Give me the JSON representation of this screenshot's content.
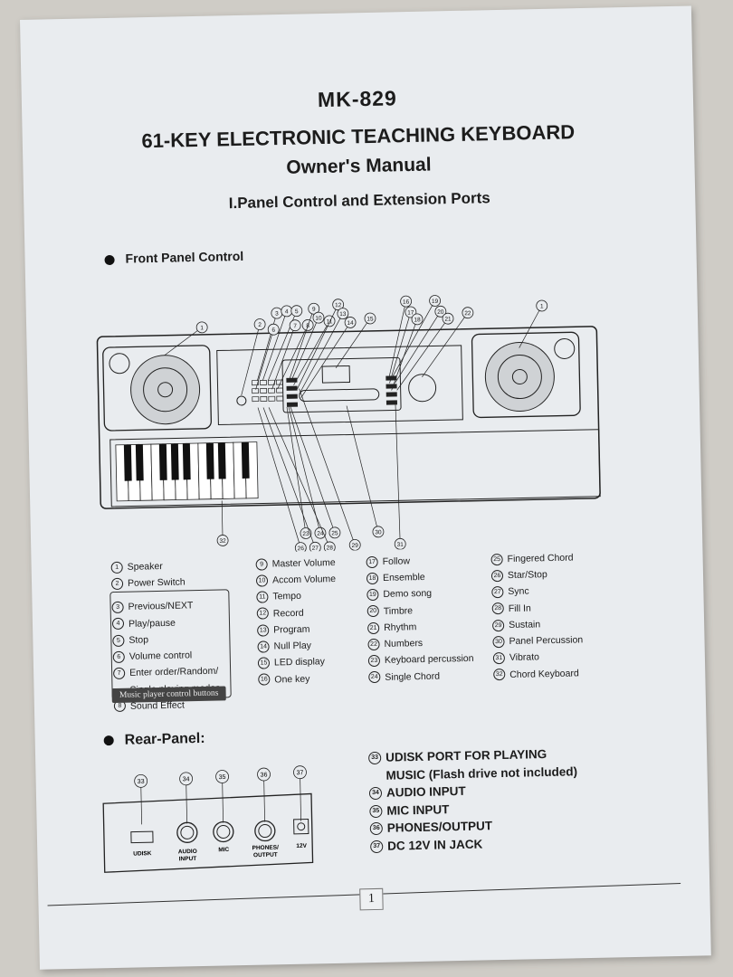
{
  "header": {
    "model": "MK-829",
    "title": "61-KEY ELECTRONIC TEACHING KEYBOARD",
    "subtitle": "Owner's Manual",
    "section": "I.Panel Control and Extension Ports"
  },
  "front_panel": {
    "heading": "Front Panel Control",
    "col1": [
      {
        "n": "1",
        "label": "Speaker"
      },
      {
        "n": "2",
        "label": "Power Switch"
      },
      {
        "n": "3",
        "label": "Previous/NEXT"
      },
      {
        "n": "4",
        "label": "Play/pause"
      },
      {
        "n": "5",
        "label": "Stop"
      },
      {
        "n": "6",
        "label": "Volume control"
      },
      {
        "n": "7",
        "label": "Enter order/Random/"
      },
      {
        "n": "",
        "label": "Single playing modes"
      },
      {
        "n": "8",
        "label": "Sound Effect"
      }
    ],
    "group_caption": "Music player control buttons",
    "col2": [
      {
        "n": "9",
        "label": "Master Volume"
      },
      {
        "n": "10",
        "label": "Accom Volume"
      },
      {
        "n": "11",
        "label": "Tempo"
      },
      {
        "n": "12",
        "label": "Record"
      },
      {
        "n": "13",
        "label": "Program"
      },
      {
        "n": "14",
        "label": "Null Play"
      },
      {
        "n": "15",
        "label": "LED display"
      },
      {
        "n": "16",
        "label": "One key"
      }
    ],
    "col3": [
      {
        "n": "17",
        "label": "Follow"
      },
      {
        "n": "18",
        "label": "Ensemble"
      },
      {
        "n": "19",
        "label": "Demo song"
      },
      {
        "n": "20",
        "label": "Timbre"
      },
      {
        "n": "21",
        "label": "Rhythm"
      },
      {
        "n": "22",
        "label": "Numbers"
      },
      {
        "n": "23",
        "label": "Keyboard percussion"
      },
      {
        "n": "24",
        "label": "Single Chord"
      }
    ],
    "col4": [
      {
        "n": "25",
        "label": "Fingered Chord"
      },
      {
        "n": "26",
        "label": "Star/Stop"
      },
      {
        "n": "27",
        "label": "Sync"
      },
      {
        "n": "28",
        "label": "Fill In"
      },
      {
        "n": "29",
        "label": "Sustain"
      },
      {
        "n": "30",
        "label": "Panel Percussion"
      },
      {
        "n": "31",
        "label": "Vibrato"
      },
      {
        "n": "32",
        "label": "Chord Keyboard"
      }
    ]
  },
  "rear_panel": {
    "heading": "Rear-Panel:",
    "ports": [
      {
        "n": "33",
        "label": "UDISK"
      },
      {
        "n": "34",
        "label": "AUDIO INPUT"
      },
      {
        "n": "35",
        "label": "MIC"
      },
      {
        "n": "36",
        "label": "PHONES/ OUTPUT"
      },
      {
        "n": "37",
        "label": "12V"
      }
    ],
    "list": [
      {
        "n": "33",
        "label": "UDISK PORT FOR PLAYING"
      },
      {
        "n": "",
        "label": "MUSIC (Flash drive not included)"
      },
      {
        "n": "34",
        "label": "AUDIO INPUT"
      },
      {
        "n": "35",
        "label": "MIC INPUT"
      },
      {
        "n": "36",
        "label": "PHONES/OUTPUT"
      },
      {
        "n": "37",
        "label": "DC 12V IN JACK"
      }
    ]
  },
  "diagram": {
    "top_callouts": [
      "1",
      "2",
      "3",
      "4",
      "5",
      "6",
      "7",
      "8",
      "9",
      "10",
      "11",
      "12",
      "13",
      "14",
      "15",
      "16",
      "17",
      "18",
      "19",
      "20",
      "21",
      "22",
      "1"
    ],
    "bottom_callouts": [
      "32",
      "23",
      "24",
      "25",
      "26",
      "27",
      "28",
      "29",
      "30",
      "31"
    ]
  },
  "footer": {
    "page_number": "1"
  }
}
